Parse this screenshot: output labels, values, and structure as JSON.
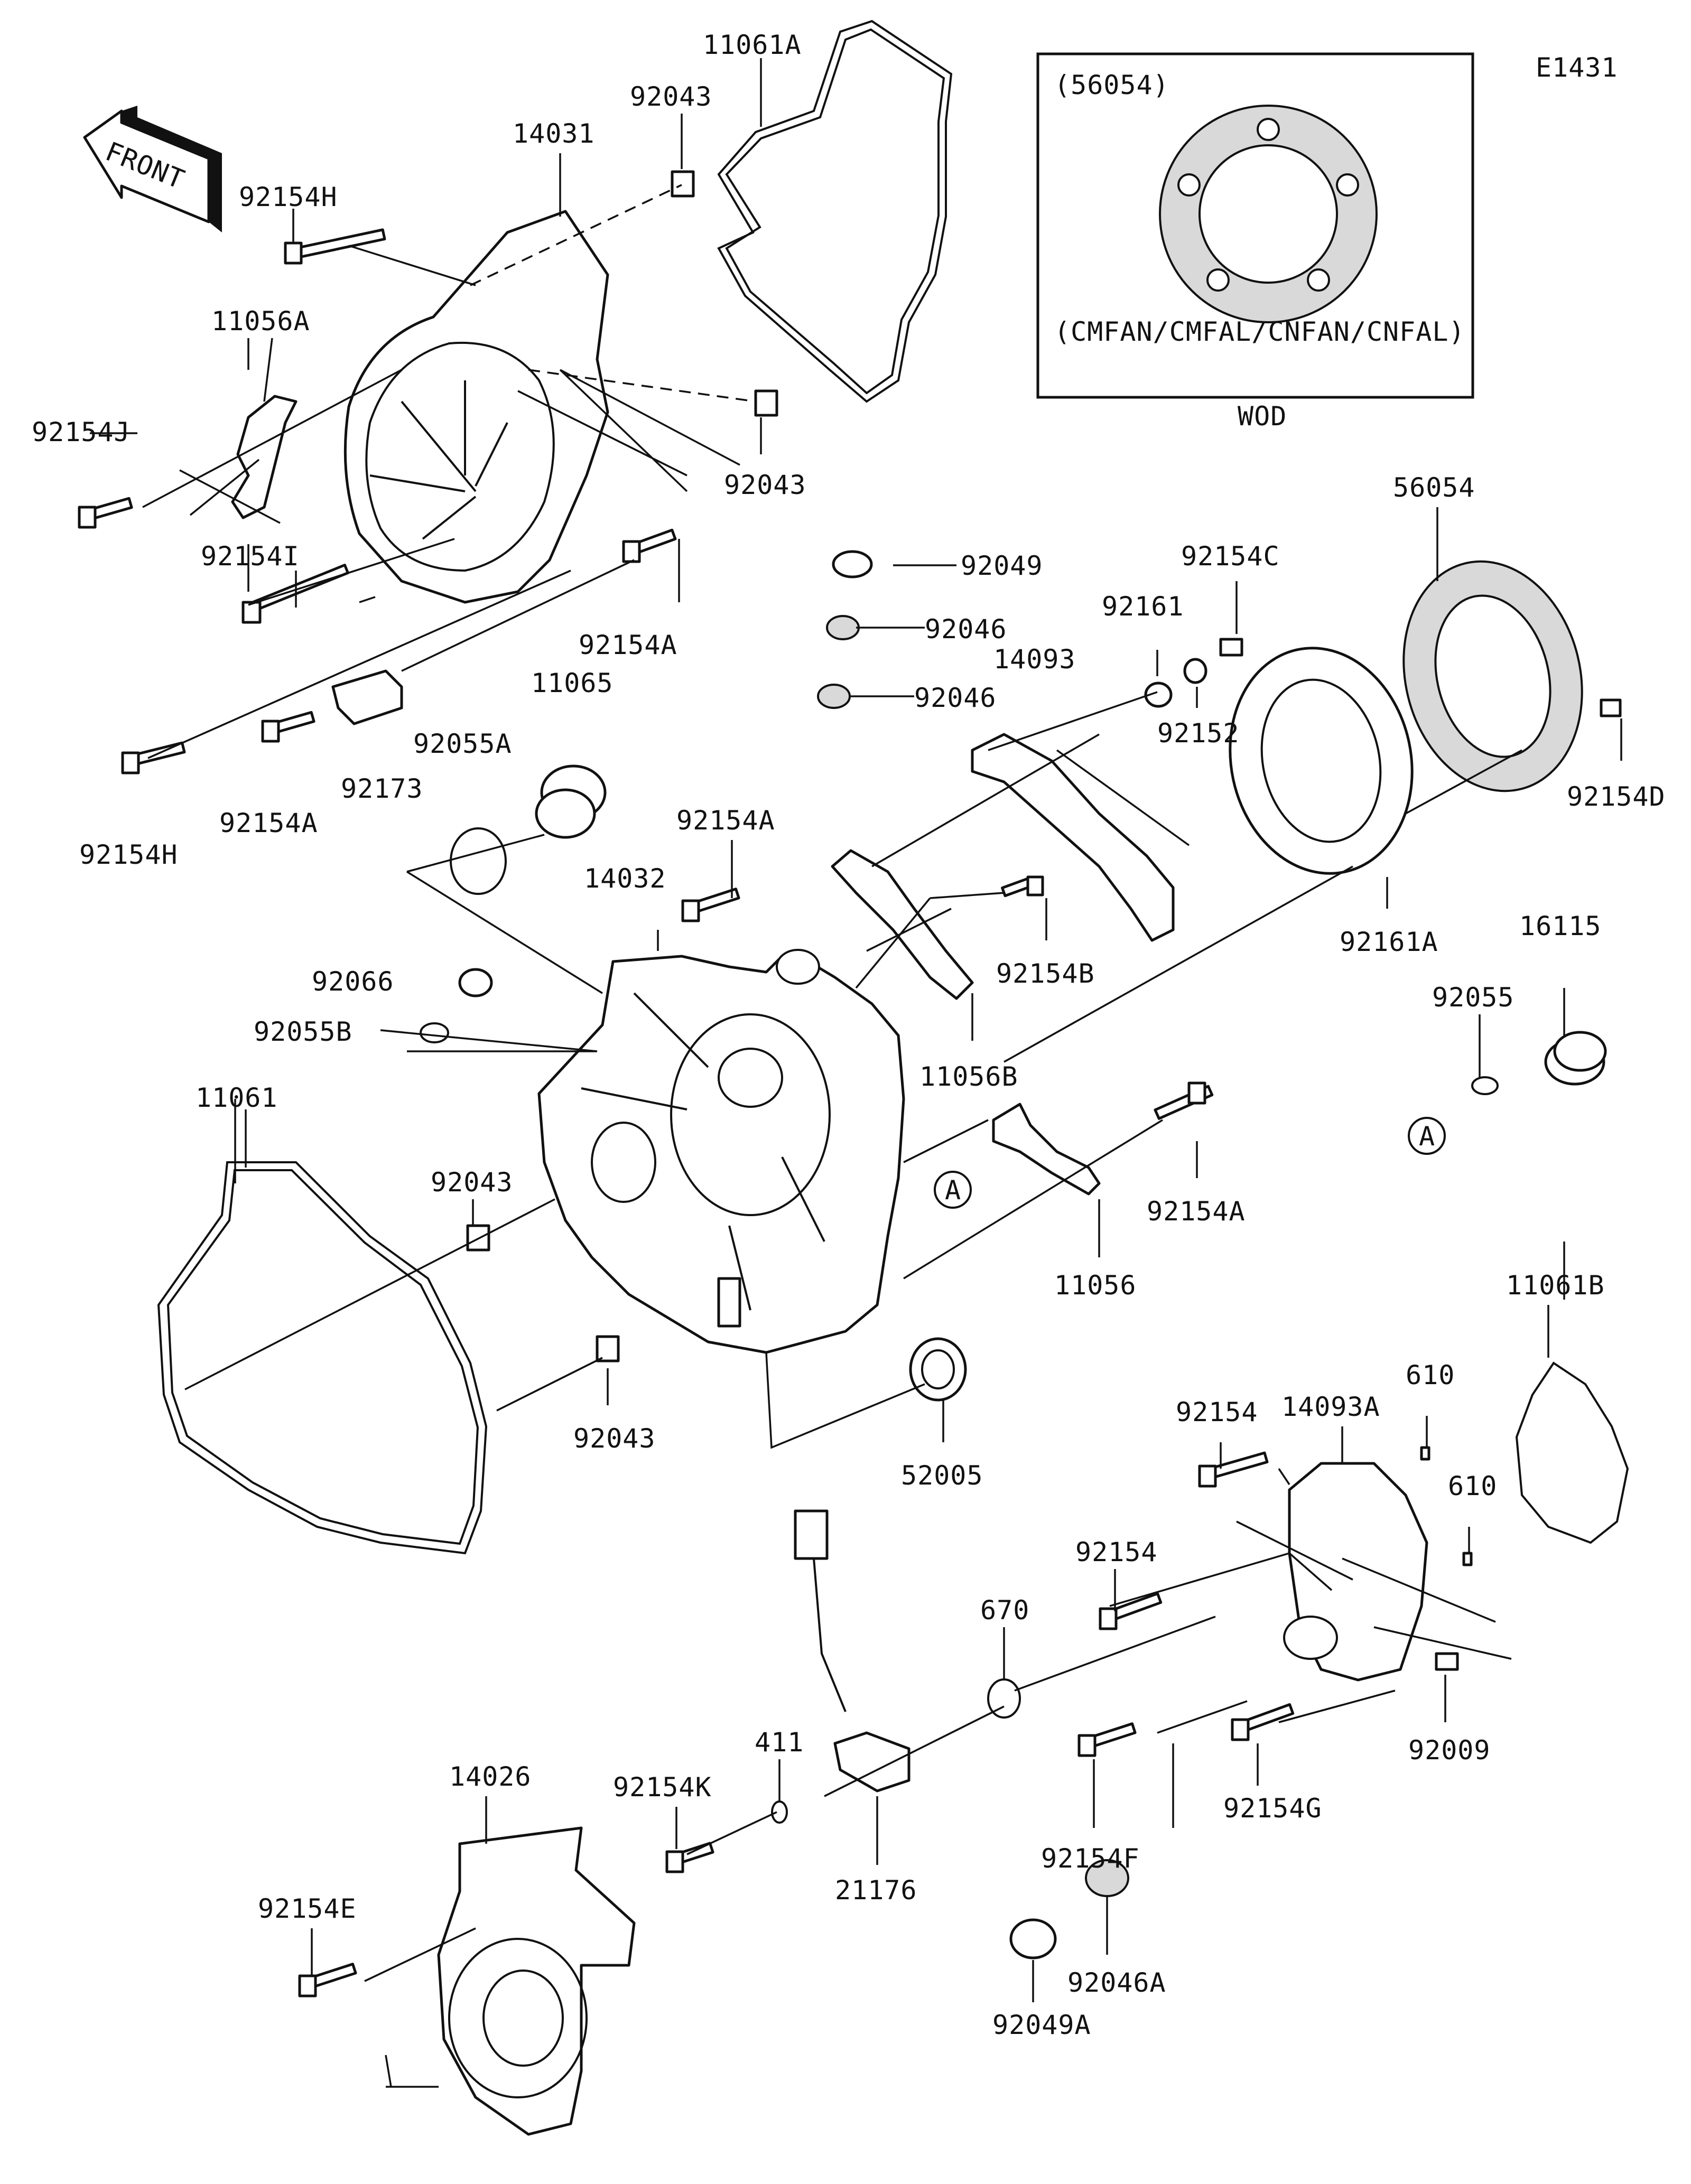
{
  "diagram_code": "E1431",
  "front_arrow": {
    "label": "FRONT",
    "icon": "front-arrow-icon"
  },
  "inset": {
    "part_ref": "(56054)",
    "models": "(CMFAN/CMFAL/CNFAN/CNFAL)",
    "caption": "WOD"
  },
  "callouts": {
    "A": "A"
  },
  "parts": {
    "p11061A": "11061A",
    "p92043_top": "92043",
    "p14031": "14031",
    "p92154H_top": "92154H",
    "p11056A": "11056A",
    "p92154J": "92154J",
    "p92043_mid": "92043",
    "p92154I": "92154I",
    "p92154A_1": "92154A",
    "p11065": "11065",
    "p92154H_low": "92154H",
    "p92154A_2": "92154A",
    "p92173": "92173",
    "p92055A": "92055A",
    "p92049": "92049",
    "p92046_1": "92046",
    "p92046_2": "92046",
    "p14093": "14093",
    "p92161": "92161",
    "p92154C": "92154C",
    "p92152": "92152",
    "p56054": "56054",
    "p92154D": "92154D",
    "p92161A": "92161A",
    "p92154A_3": "92154A",
    "p14032": "14032",
    "p92154B": "92154B",
    "p11056B": "11056B",
    "p92066": "92066",
    "p92055B": "92055B",
    "p16115": "16115",
    "p92055": "92055",
    "p11061": "11061",
    "p92043_low": "92043",
    "p92154A_4": "92154A",
    "p11056": "11056",
    "p92043_bottom": "92043",
    "p52005": "52005",
    "p11061B": "11061B",
    "p92154_1": "92154",
    "p14093A": "14093A",
    "p610_1": "610",
    "p610_2": "610",
    "p92154_2": "92154",
    "p670": "670",
    "p411": "411",
    "p92154K": "92154K",
    "p21176": "21176",
    "p92154F": "92154F",
    "p92154G": "92154G",
    "p92009": "92009",
    "p14026": "14026",
    "p92154E": "92154E",
    "p92049A": "92049A",
    "p92046A": "92046A"
  }
}
